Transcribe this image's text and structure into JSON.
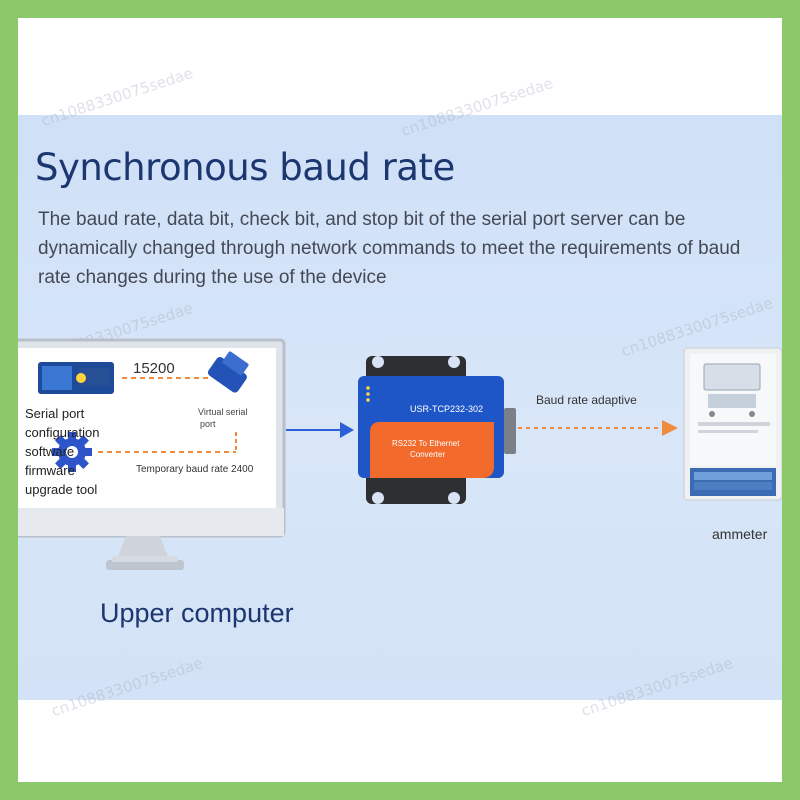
{
  "title": "Synchronous baud rate",
  "description": "The baud rate, data bit, check bit, and stop bit of the serial port server can be dynamically changed through network commands to meet the requirements of baud rate changes during the use of the device",
  "computer": {
    "label": "Upper computer",
    "screen": {
      "baud_value": "15200",
      "virtual_port": "Virtual serial port",
      "tool_label": "Serial port configuration software firmware upgrade tool",
      "temp_baud": "Temporary baud rate 2400"
    }
  },
  "converter": {
    "model": "USR-TCP232-302",
    "label": "RS232 To Ethernet Converter"
  },
  "link": {
    "label": "Baud rate adaptive"
  },
  "meter": {
    "label": "ammeter"
  },
  "watermark": "cn1088330075sedae",
  "colors": {
    "frame": "#8cc96a",
    "title": "#1c3670",
    "arrow_blue": "#2d5fd6",
    "arrow_orange": "#f08a3c",
    "device_blue": "#1f56c7",
    "device_orange": "#f26a2c"
  }
}
